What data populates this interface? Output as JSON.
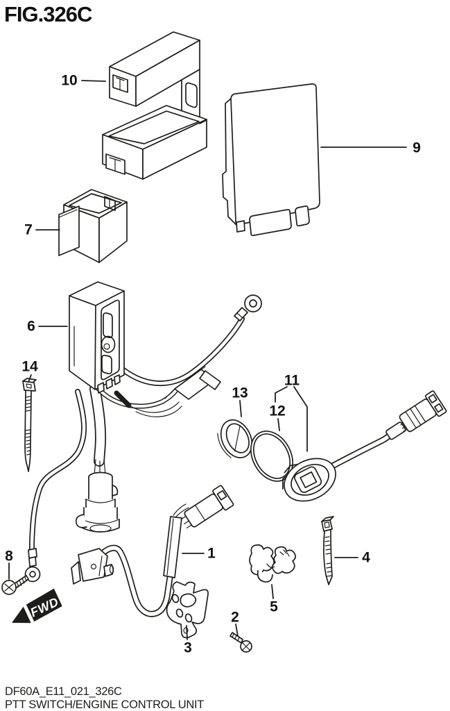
{
  "figure": {
    "title": "FIG.326C"
  },
  "callouts": {
    "c1": "1",
    "c2": "2",
    "c3": "3",
    "c4": "4",
    "c5": "5",
    "c6": "6",
    "c7": "7",
    "c8": "8",
    "c9": "9",
    "c10": "10",
    "c11": "11",
    "c12": "12",
    "c13": "13",
    "c14": "14"
  },
  "fwd_marker": {
    "label": "FWD"
  },
  "footer": {
    "drawing_code": "DF60A_E11_021_326C",
    "caption": "PTT SWITCH/ENGINE CONTROL UNIT"
  },
  "colors": {
    "line": "#1d1d1b",
    "background": "#ffffff"
  }
}
